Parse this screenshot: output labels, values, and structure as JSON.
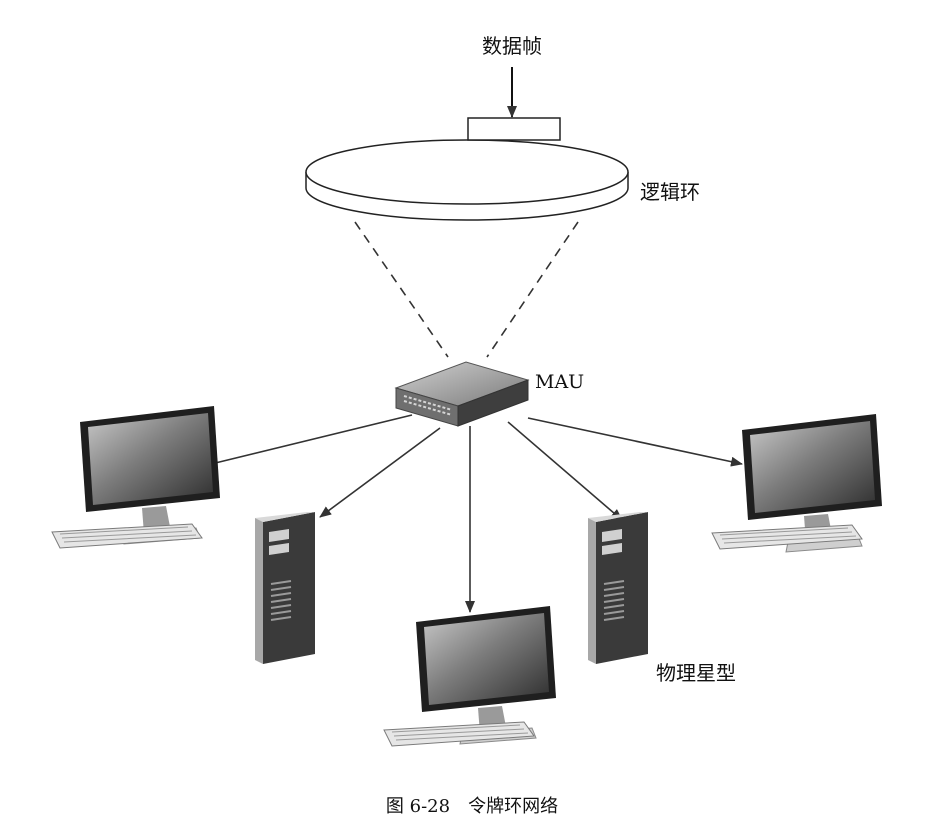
{
  "labels": {
    "data_frame": "数据帧",
    "logical_ring": "逻辑环",
    "mau": "MAU",
    "physical_star": "物理星型"
  },
  "caption": "图 6-28　令牌环网络",
  "colors": {
    "ink": "#111111",
    "arrow": "#333333",
    "device_dark": "#3a3a3a",
    "device_mid": "#7d7d7d",
    "screen_light": "#9a9a9a"
  },
  "icons": [
    "monitor-icon",
    "keyboard-icon",
    "tower-icon",
    "switch-icon"
  ]
}
